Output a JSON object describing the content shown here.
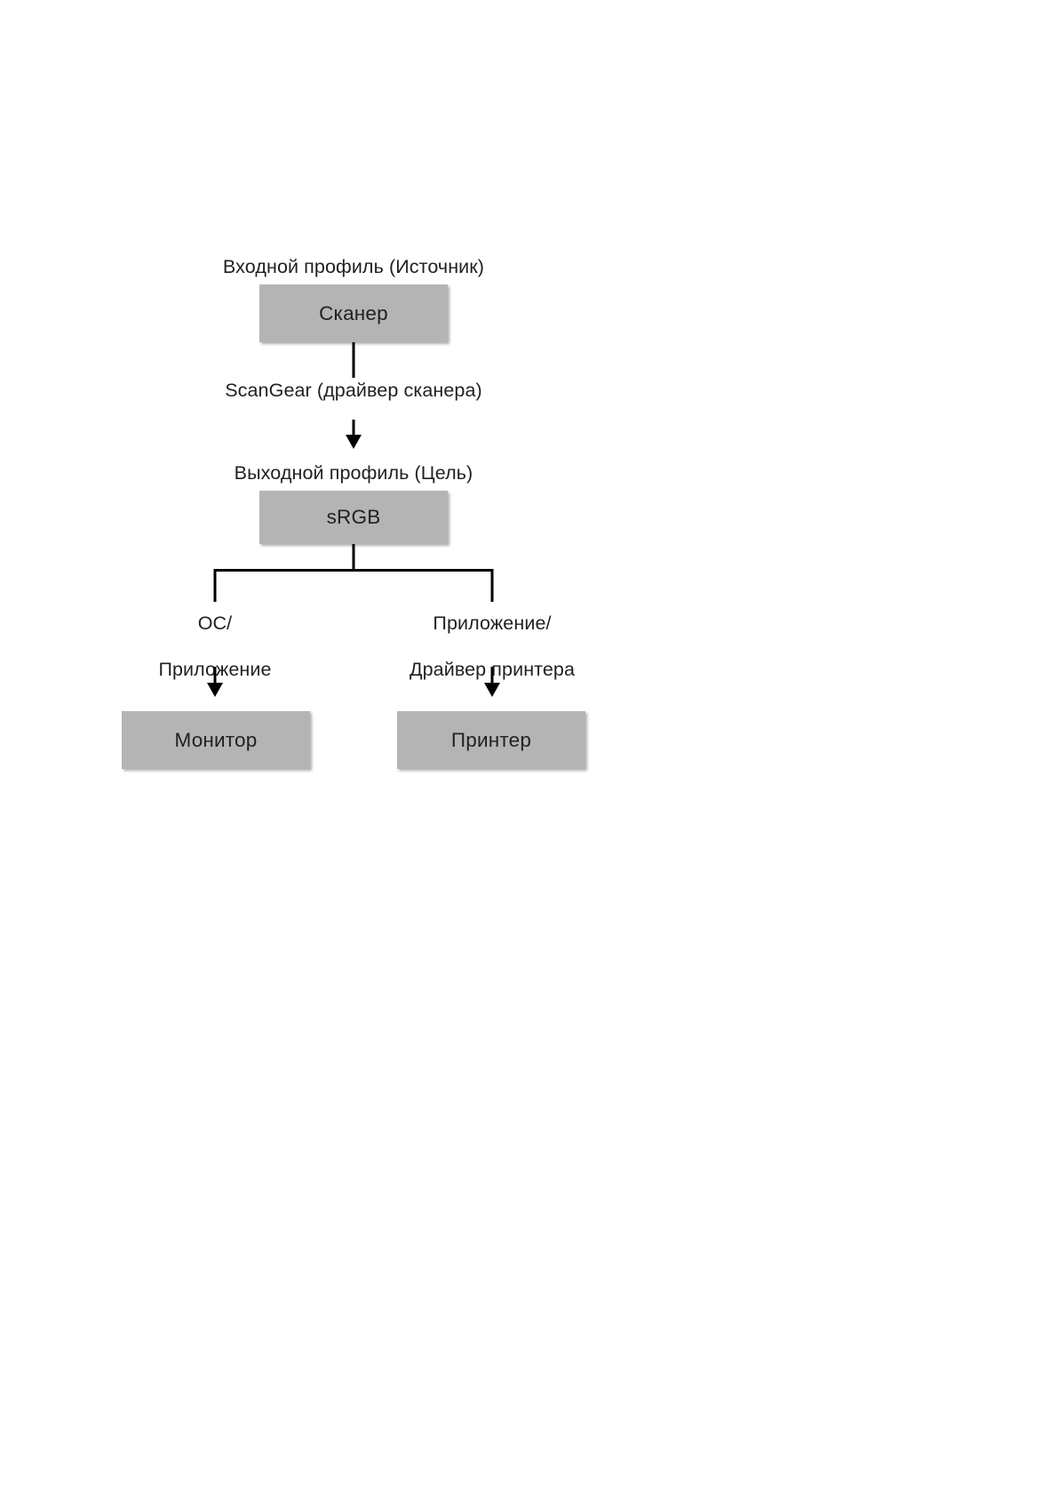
{
  "diagram": {
    "title_visible": false,
    "background_color": "#ffffff",
    "node_fill_color": "#b4b4b4",
    "line_color": "#000000",
    "text_color": "#231f20",
    "nodes": [
      {
        "id": "scanner",
        "label": "Сканер"
      },
      {
        "id": "srgb",
        "label": "sRGB"
      },
      {
        "id": "monitor",
        "label": "Монитор"
      },
      {
        "id": "printer",
        "label": "Принтер"
      }
    ],
    "captions": {
      "input_profile": "Входной профиль (Источник)",
      "scangear": "ScanGear (драйвер сканера)",
      "output_profile": "Выходной профиль (Цель)",
      "os_app_line1": "ОС/",
      "os_app_line2": "Приложение",
      "app_printer_line1": "Приложение/",
      "app_printer_line2": "Драйвер принтера"
    },
    "edges": [
      {
        "from": "scanner",
        "to": "srgb",
        "label": "ScanGear (драйвер сканера)"
      },
      {
        "from": "srgb",
        "to": "monitor",
        "label": "ОС/ Приложение"
      },
      {
        "from": "srgb",
        "to": "printer",
        "label": "Приложение/ Драйвер принтера"
      }
    ]
  }
}
